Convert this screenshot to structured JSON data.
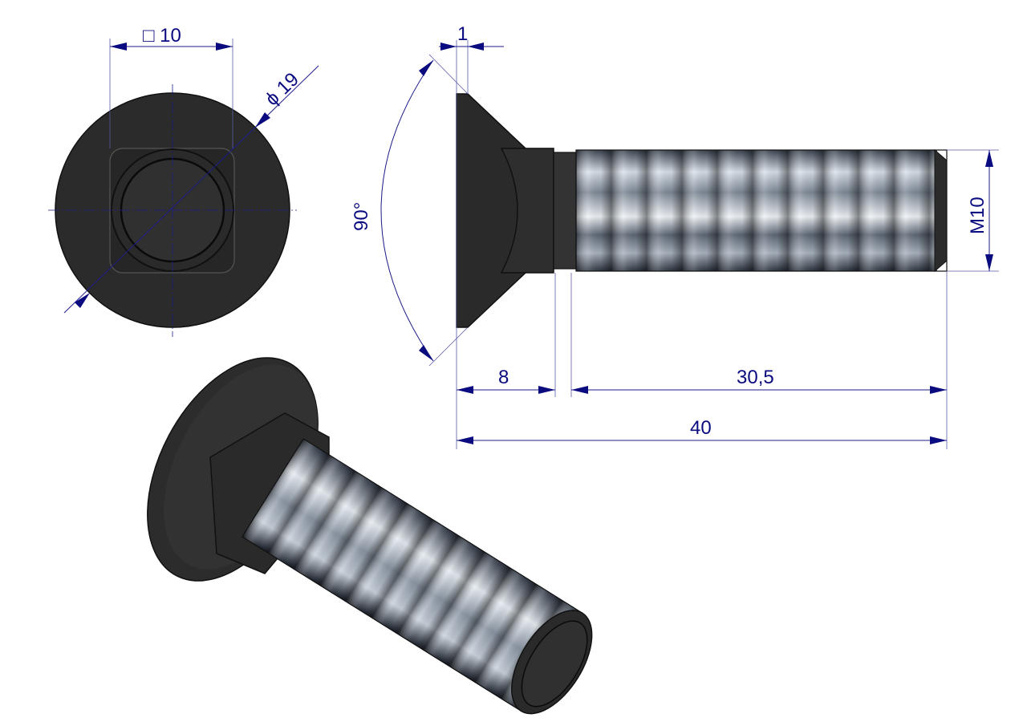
{
  "title": "Carriage bolt with countersunk head and square neck M10x40",
  "dimensions": {
    "square_neck": "□ 10",
    "head_diameter": "ϕ 19",
    "head_edge": "1",
    "head_angle": "90°",
    "thread": "M10",
    "neck_length": "8",
    "thread_length": "30,5",
    "total_length": "40"
  },
  "colors": {
    "dimension": "#0b0b80",
    "body": "#2b2b2b"
  }
}
